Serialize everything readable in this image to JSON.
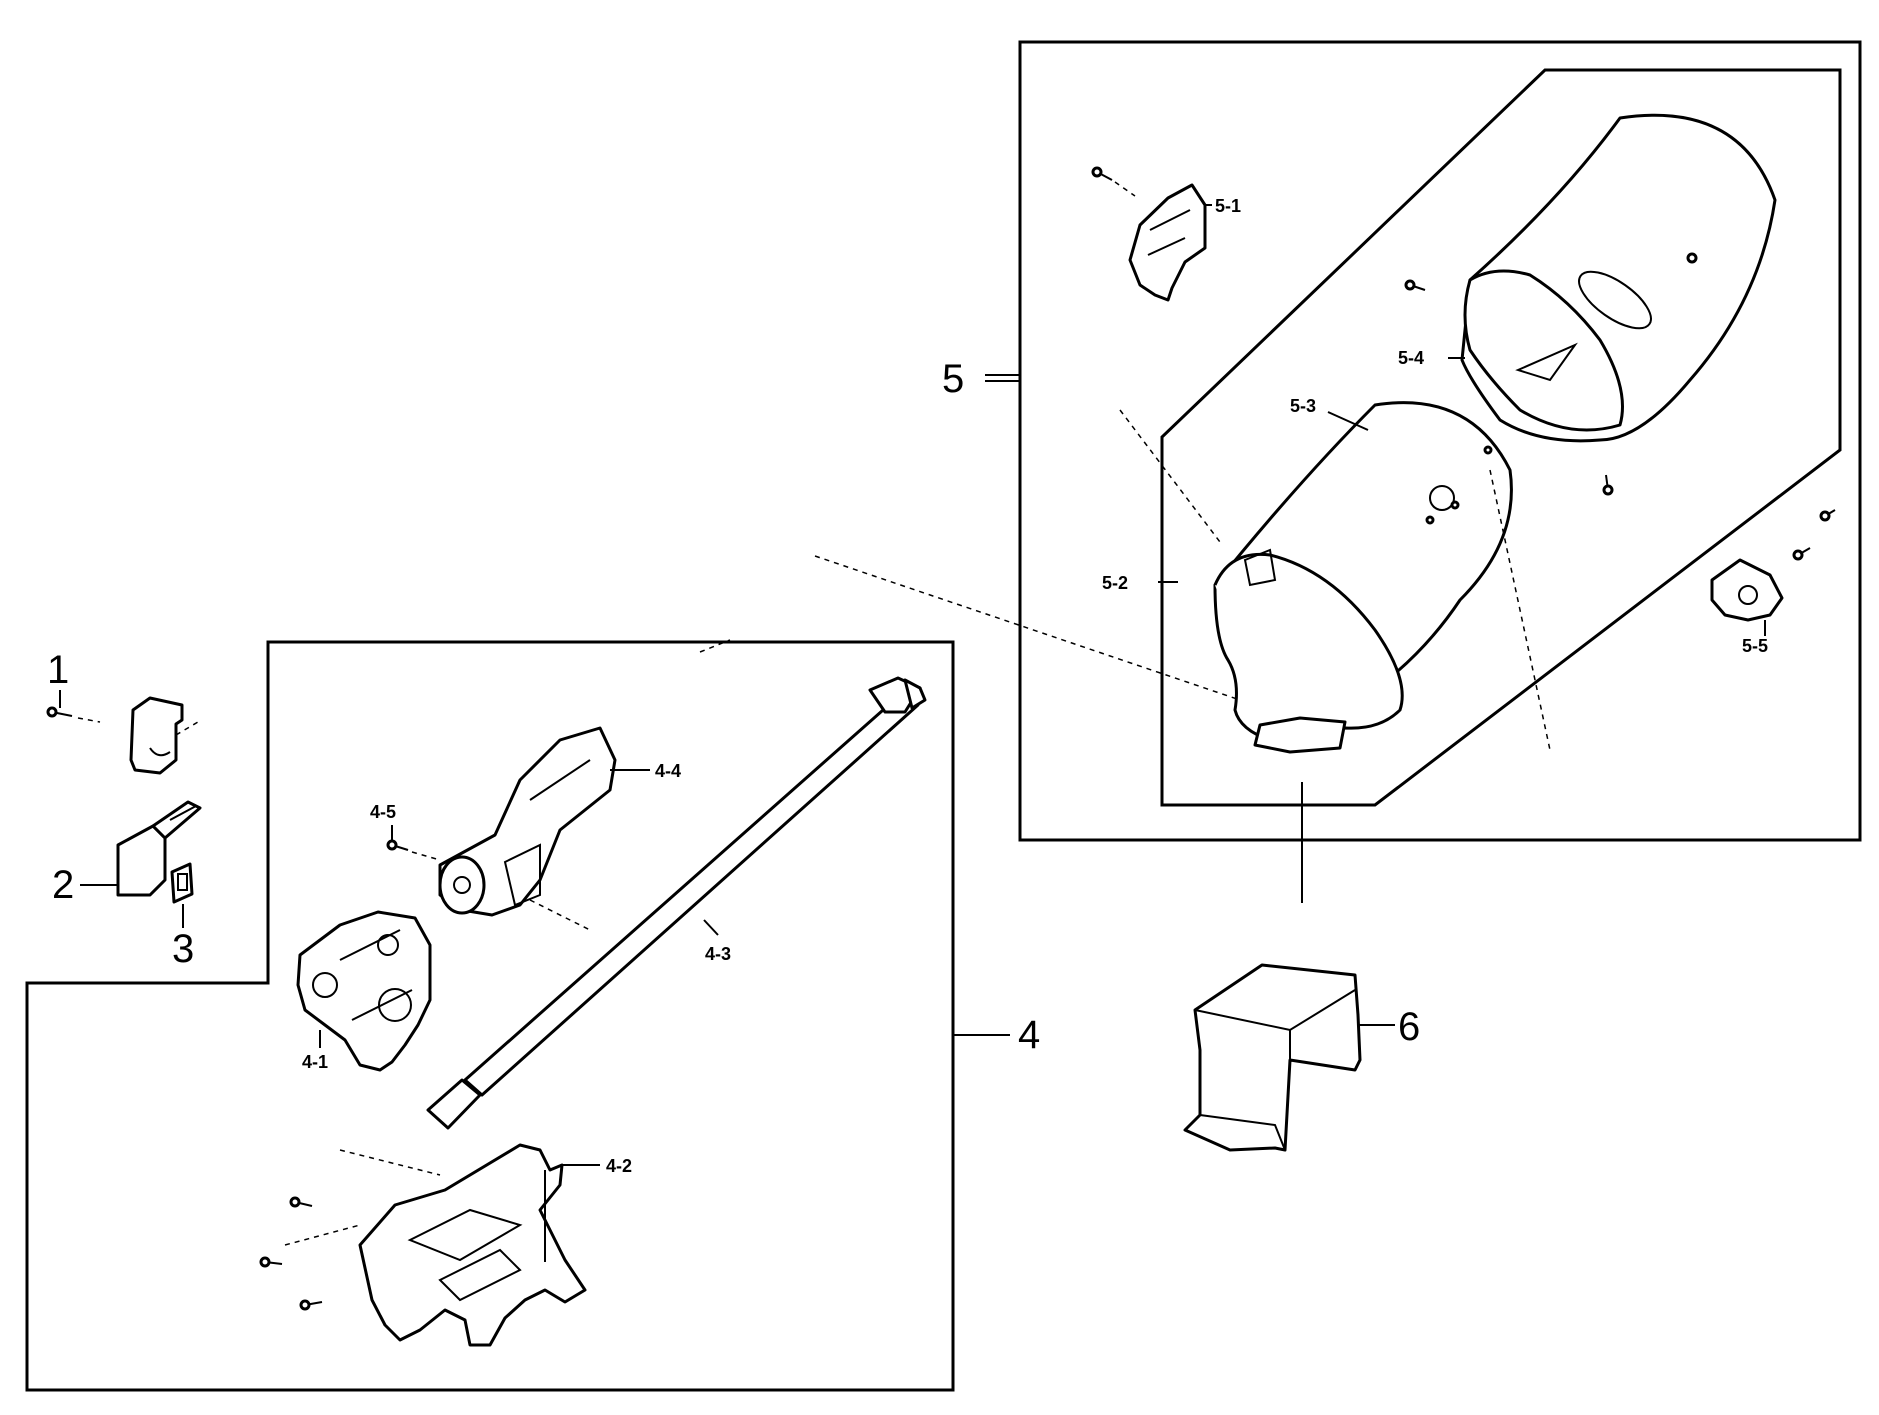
{
  "labels": {
    "p1": "1",
    "p2": "2",
    "p3": "3",
    "p4": "4",
    "p4_1": "4-1",
    "p4_2": "4-2",
    "p4_3": "4-3",
    "p4_4": "4-4",
    "p4_5": "4-5",
    "p5": "5",
    "p5_1": "5-1",
    "p5_2": "5-2",
    "p5_3": "5-3",
    "p5_4": "5-4",
    "p5_5": "5-5",
    "p6": "6"
  }
}
